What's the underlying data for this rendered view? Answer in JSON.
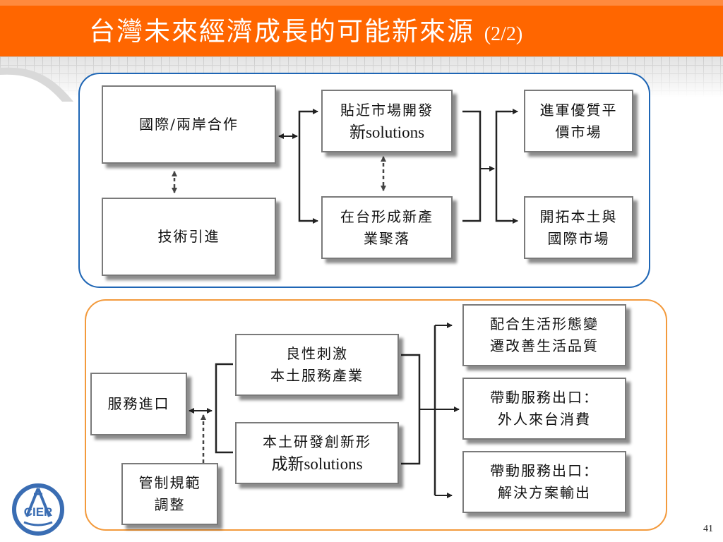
{
  "slide": {
    "title_main": "台灣未來經濟成長的可能新來源",
    "title_sub": "(2/2)",
    "page_number": "41",
    "logo_text": "CIER"
  },
  "colors": {
    "title_bar": "#ff6600",
    "group_top_border": "#1f66b5",
    "group_bottom_border": "#f39a3c",
    "logo": "#3a6db3"
  },
  "top_group": {
    "international": "國際/兩岸合作",
    "technology": "技術引進",
    "near_market_a": "貼近市場開發",
    "near_market_b": "新solutions",
    "cluster": "在台形成新產\n業聚落",
    "quality_market": "進軍優質平\n價市場",
    "open_market": "開拓本土與\n國際市場"
  },
  "bottom_group": {
    "service_import": "服務進口",
    "regulation": "管制規範\n調整",
    "stimulate": "良性刺激\n本土服務產業",
    "rnd_a": "本土研發創新形",
    "rnd_b": "成新solutions",
    "lifestyle": "配合生活形態變\n遷改善生活品質",
    "export_consume": "帶動服務出口：\n外人來台消費",
    "export_solution": "帶動服務出口：\n解決方案輸出"
  }
}
